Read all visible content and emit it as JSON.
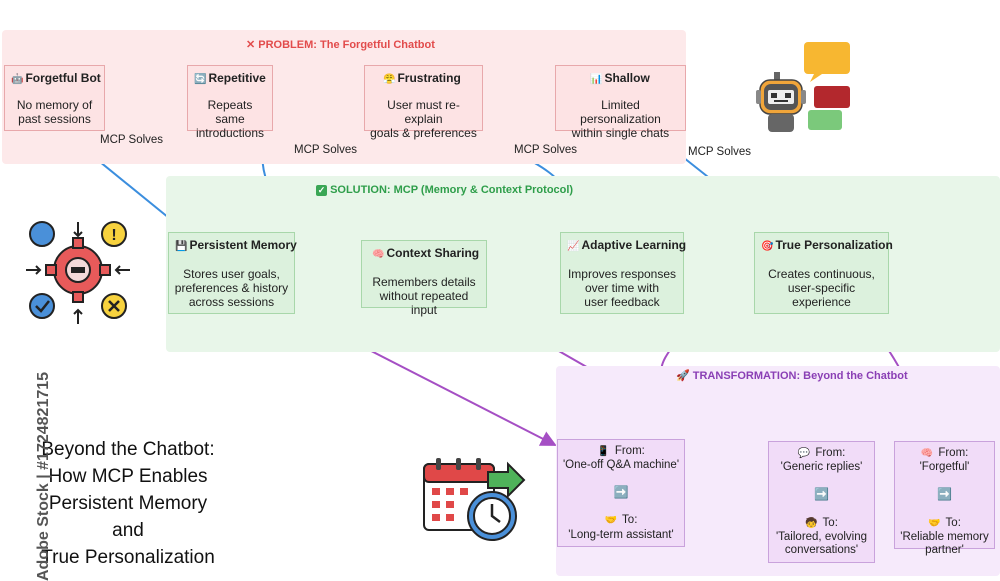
{
  "problem": {
    "title": "PROBLEM: The Forgetful Chatbot",
    "boxes": [
      {
        "icon": "🤖",
        "title": "Forgetful Bot",
        "body": "No memory of\npast sessions"
      },
      {
        "icon": "🔄",
        "title": "Repetitive",
        "body": "Repeats same\nintroductions"
      },
      {
        "icon": "😤",
        "title": "Frustrating",
        "body": "User must re-explain\ngoals & preferences"
      },
      {
        "icon": "📊",
        "title": "Shallow",
        "body": "Limited personalization\nwithin single chats"
      }
    ]
  },
  "solution": {
    "title": "SOLUTION: MCP (Memory & Context Protocol)",
    "boxes": [
      {
        "icon": "💾",
        "title": "Persistent Memory",
        "body": "Stores user goals,\npreferences & history\nacross sessions"
      },
      {
        "icon": "🧠",
        "title": "Context Sharing",
        "body": "Remembers details\nwithout repeated input"
      },
      {
        "icon": "📈",
        "title": "Adaptive Learning",
        "body": "Improves responses\nover time with\nuser feedback"
      },
      {
        "icon": "🎯",
        "title": "True Personalization",
        "body": "Creates continuous,\nuser-specific\nexperience"
      }
    ]
  },
  "mcp_labels": [
    "MCP Solves",
    "MCP Solves",
    "MCP Solves",
    "MCP Solves"
  ],
  "transformation": {
    "title": "TRANSFORMATION: Beyond the Chatbot",
    "boxes": [
      {
        "from_icon": "📱",
        "from_label": "From:",
        "from_value": "'One-off Q&A machine'",
        "arrow": "➡️",
        "to_icon": "🤝",
        "to_label": "To:",
        "to_value": "'Long-term assistant'"
      },
      {
        "from_icon": "💬",
        "from_label": "From:",
        "from_value": "'Generic replies'",
        "arrow": "➡️",
        "to_icon": "🧒",
        "to_label": "To:",
        "to_value": "'Tailored, evolving\nconversations'"
      },
      {
        "from_icon": "🧠",
        "from_label": "From:",
        "from_value": "'Forgetful'",
        "arrow": "➡️",
        "to_icon": "🤝",
        "to_label": "To:",
        "to_value": "'Reliable memory\npartner'"
      }
    ]
  },
  "main_title": "Beyond the Chatbot:\nHow MCP Enables\nPersistent Memory\nand\nTrue Personalization",
  "side_credit": "Adobe Stock | #1724821715",
  "icons": [
    "x-mark-icon",
    "check-mark-icon",
    "rocket-icon",
    "robot-chat-icon",
    "gear-process-icon",
    "calendar-clock-icon"
  ],
  "colors": {
    "problem": "#e24b4b",
    "solution": "#2e9e4a",
    "transform": "#8a3fb5",
    "mcp_arrow": "#3b8ede"
  }
}
